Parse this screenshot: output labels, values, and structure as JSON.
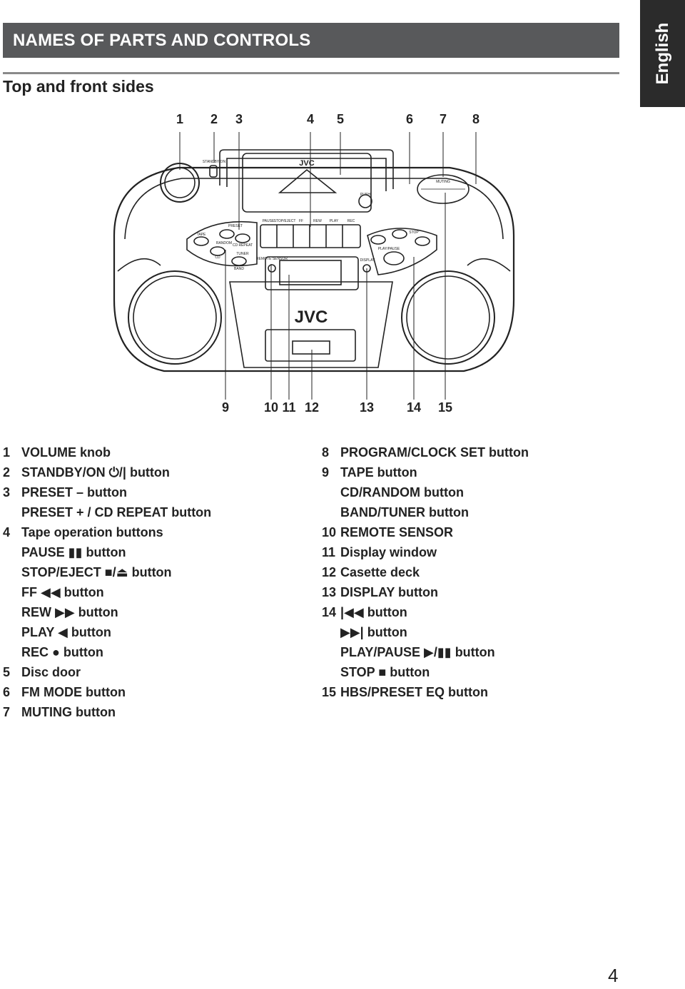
{
  "header": {
    "title": "NAMES OF PARTS AND CONTROLS",
    "language_tab": "English"
  },
  "section": {
    "subtitle": "Top and front sides"
  },
  "figure": {
    "callouts_top": [
      "1",
      "2",
      "3",
      "4",
      "5",
      "6",
      "7",
      "8"
    ],
    "callouts_bottom": [
      "9",
      "10",
      "11",
      "12",
      "13",
      "14",
      "15"
    ],
    "device_labels": {
      "brand": "JVC",
      "standby": "STANDBY/ON",
      "push": "PUSH",
      "preset": "PRESET",
      "cd_repeat": "CD REPEAT",
      "tape": "TAPE",
      "random": "RANDOM",
      "cd": "CD",
      "tuner": "TUNER",
      "band": "BAND",
      "pause": "PAUSE",
      "stop_eject": "STOP/EJECT",
      "ff": "FF",
      "rew": "REW",
      "play": "PLAY",
      "rec": "REC",
      "remote_sensor": "REMOTE SENSOR",
      "display": "DISPLAY",
      "play_pause": "PLAY/PAUSE",
      "stop": "STOP",
      "muting": "MUTING"
    }
  },
  "parts_left": [
    {
      "num": "1",
      "text": "VOLUME knob"
    },
    {
      "num": "2",
      "text": "STANDBY/ON ⏻/| button"
    },
    {
      "num": "3",
      "text": "PRESET – button"
    },
    {
      "num": "",
      "text": "PRESET + / CD REPEAT button"
    },
    {
      "num": "4",
      "text": "Tape operation buttons"
    },
    {
      "num": "",
      "text": "PAUSE ▮▮ button"
    },
    {
      "num": "",
      "text": "STOP/EJECT ■/⏏ button"
    },
    {
      "num": "",
      "text": "FF ◀◀ button"
    },
    {
      "num": "",
      "text": "REW ▶▶ button"
    },
    {
      "num": "",
      "text": "PLAY ◀ button"
    },
    {
      "num": "",
      "text": "REC ● button"
    },
    {
      "num": "5",
      "text": "Disc door"
    },
    {
      "num": "6",
      "text": "FM MODE button"
    },
    {
      "num": "7",
      "text": "MUTING button"
    }
  ],
  "parts_right": [
    {
      "num": "8",
      "text": "PROGRAM/CLOCK SET button"
    },
    {
      "num": "9",
      "text": "TAPE button"
    },
    {
      "num": "",
      "text": "CD/RANDOM button"
    },
    {
      "num": "",
      "text": "BAND/TUNER button"
    },
    {
      "num": "10",
      "text": "REMOTE SENSOR"
    },
    {
      "num": "11",
      "text": "Display window"
    },
    {
      "num": "12",
      "text": "Casette deck"
    },
    {
      "num": "13",
      "text": "DISPLAY button"
    },
    {
      "num": "14",
      "text": "|◀◀ button"
    },
    {
      "num": "",
      "text": "▶▶| button"
    },
    {
      "num": "",
      "text": "PLAY/PAUSE ▶/▮▮ button"
    },
    {
      "num": "",
      "text": "STOP ■ button"
    },
    {
      "num": "15",
      "text": "HBS/PRESET EQ button"
    }
  ],
  "page_number": "4"
}
